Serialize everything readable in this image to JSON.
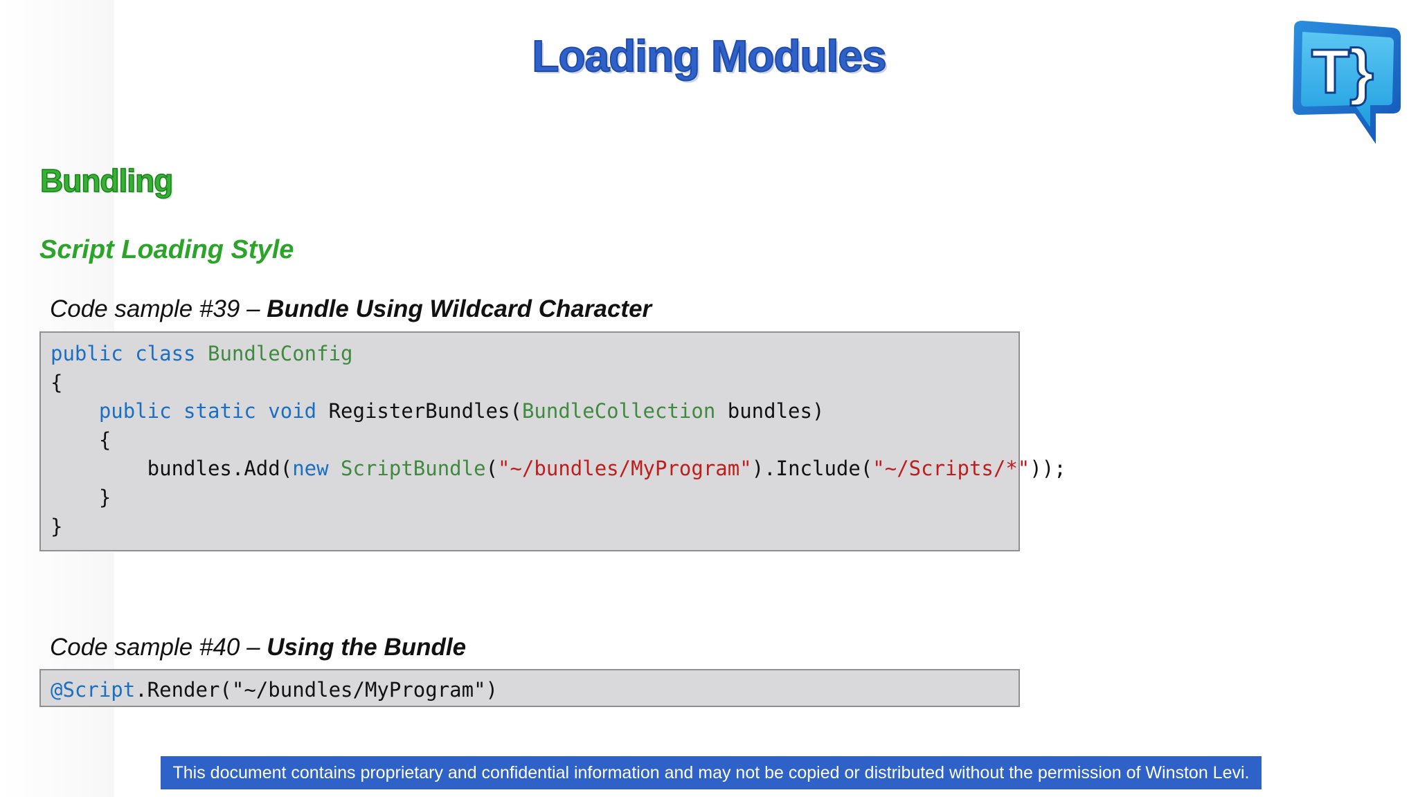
{
  "slide": {
    "title": "Loading Modules",
    "section_heading": "Bundling",
    "sub_heading": "Script Loading Style"
  },
  "logo": {
    "icon": "speech-bubble-t-brace-logo",
    "letters": "T}",
    "colors": {
      "outer": "#1a67c7",
      "inner": "#35b0ea"
    }
  },
  "samples": [
    {
      "caption_prefix": "Code sample #39 – ",
      "caption_title": "Bundle Using Wildcard Character",
      "lines": [
        [
          {
            "t": "public class ",
            "c": "kw"
          },
          {
            "t": "BundleConfig",
            "c": "ty"
          }
        ],
        [
          {
            "t": "{",
            "c": ""
          }
        ],
        [
          {
            "t": "    ",
            "c": ""
          },
          {
            "t": "public static void ",
            "c": "kw"
          },
          {
            "t": "RegisterBundles(",
            "c": ""
          },
          {
            "t": "BundleCollection",
            "c": "ty"
          },
          {
            "t": " bundles)",
            "c": ""
          }
        ],
        [
          {
            "t": "    {",
            "c": ""
          }
        ],
        [
          {
            "t": "        bundles.Add(",
            "c": ""
          },
          {
            "t": "new ",
            "c": "kw"
          },
          {
            "t": "ScriptBundle",
            "c": "ty"
          },
          {
            "t": "(",
            "c": ""
          },
          {
            "t": "\"~/bundles/MyProgram\"",
            "c": "st"
          },
          {
            "t": ").Include(",
            "c": ""
          },
          {
            "t": "\"~/Scripts/*\"",
            "c": "st"
          },
          {
            "t": "));",
            "c": ""
          }
        ],
        [
          {
            "t": "    }",
            "c": ""
          }
        ],
        [
          {
            "t": "}",
            "c": ""
          }
        ]
      ]
    },
    {
      "caption_prefix": "Code sample #40 – ",
      "caption_title": "Using the Bundle",
      "lines": [
        [
          {
            "t": "@Script",
            "c": "kw"
          },
          {
            "t": ".Render(\"~/bundles/MyProgram\")",
            "c": ""
          }
        ]
      ]
    }
  ],
  "footer": {
    "text": "This document contains proprietary and confidential information and may not be copied or distributed without the permission of Winston Levi."
  }
}
